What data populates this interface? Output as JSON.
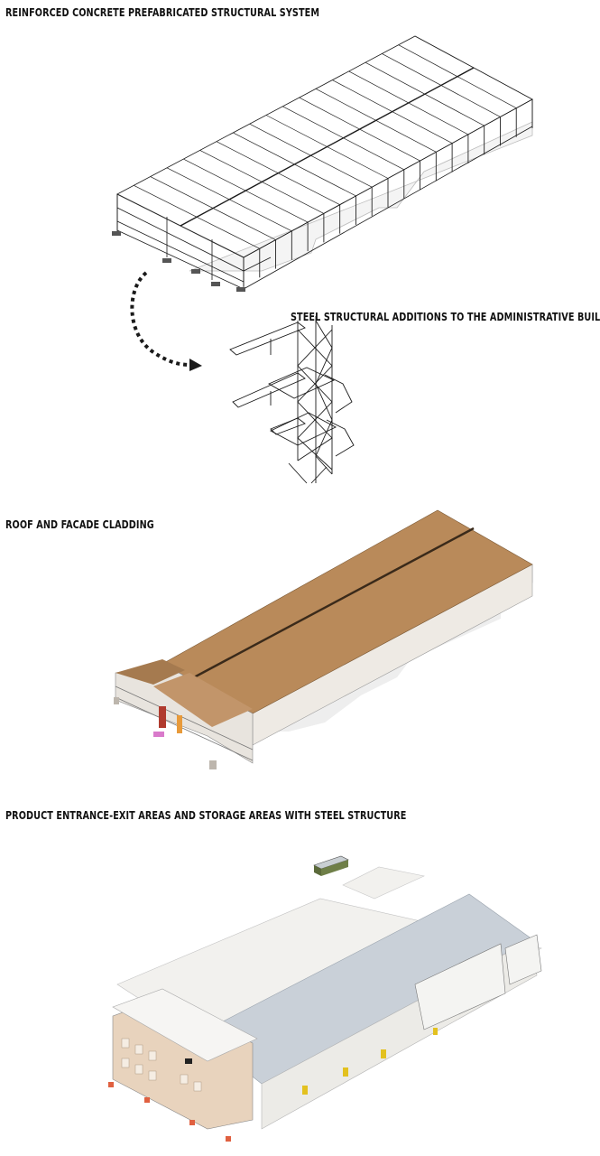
{
  "captions": {
    "structure": "REINFORCED CONCRETE PREFABRICATED STRUCTURAL SYSTEM",
    "steel_additions": "STEEL STRUCTURAL ADDITIONS TO THE ADMINISTRATIVE BUILDING",
    "cladding": "ROOF AND FACADE CLADDING",
    "storage": "PRODUCT ENTRANCE-EXIT AREAS AND STORAGE AREAS WITH STEEL STRUCTURE"
  },
  "colors": {
    "line": "#1a1a1a",
    "roof_brown": "#b98a5a",
    "roof_brown_dark": "#8f6a43",
    "facade_grey": "#e6e3de",
    "roof_light": "#f2f1ee",
    "roof_blue": "#c9d0d8",
    "brick": "#e8d3bd"
  },
  "icons": {
    "arrow": "dashed-curved-arrow-icon"
  }
}
